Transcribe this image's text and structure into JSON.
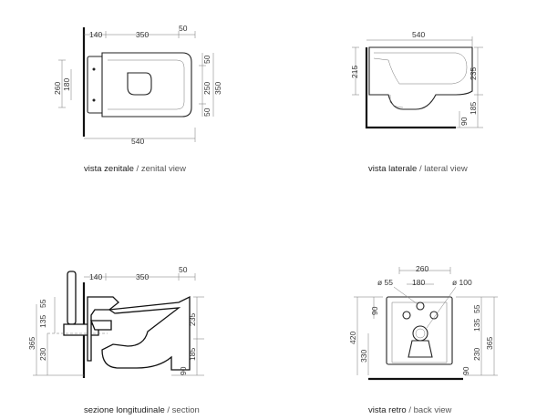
{
  "captions": {
    "zenital": {
      "it": "vista zenitale",
      "en": "zenital view"
    },
    "lateral": {
      "it": "vista laterale",
      "en": "lateral view"
    },
    "section": {
      "it": "sezione longitudinale",
      "en": "section"
    },
    "back": {
      "it": "vista retro",
      "en": "back view"
    }
  },
  "separator": " / "
}
